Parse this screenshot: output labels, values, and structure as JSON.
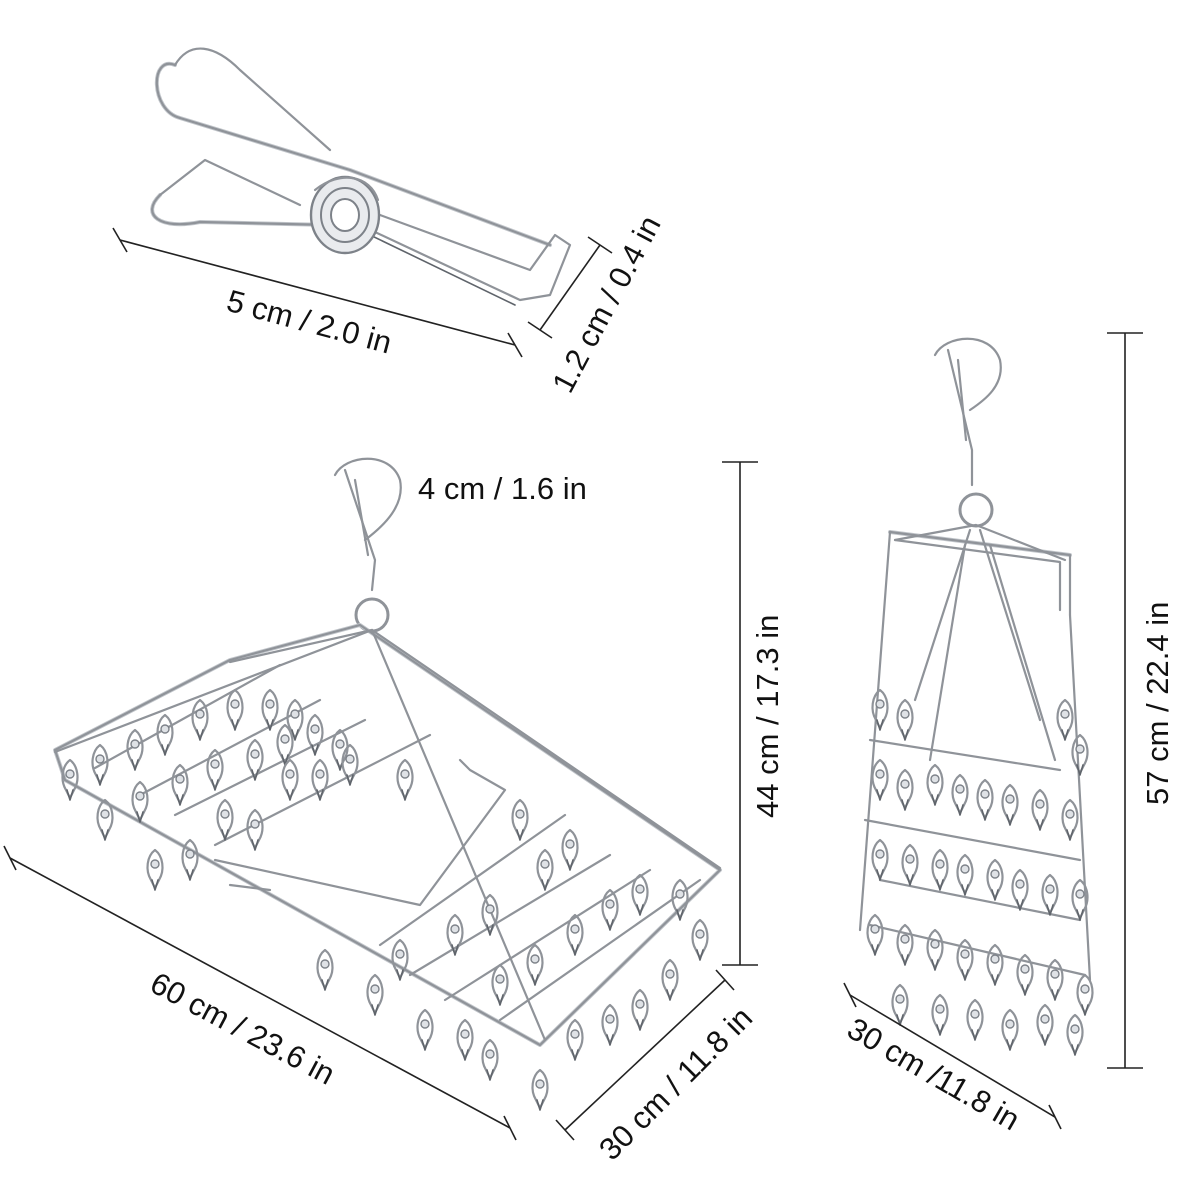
{
  "image": {
    "background": "#ffffff",
    "subject": "stainless steel clothes-peg hanger with clip and dimension callouts"
  },
  "clip": {
    "length_label": "5 cm / 2.0 in",
    "height_label": "1.2 cm / 0.4 in"
  },
  "rack_open": {
    "hook_label": "4 cm / 1.6 in",
    "height_label": "44 cm / 17.3 in",
    "length_label": "60 cm / 23.6 in",
    "width_label": "30 cm / 11.8 in"
  },
  "rack_folded": {
    "height_label": "57 cm / 22.4 in",
    "width_label": "30 cm /11.8 in"
  },
  "colors": {
    "wire": "#8f9399",
    "wire_highlight": "#c2c6cb",
    "text": "#111111"
  }
}
